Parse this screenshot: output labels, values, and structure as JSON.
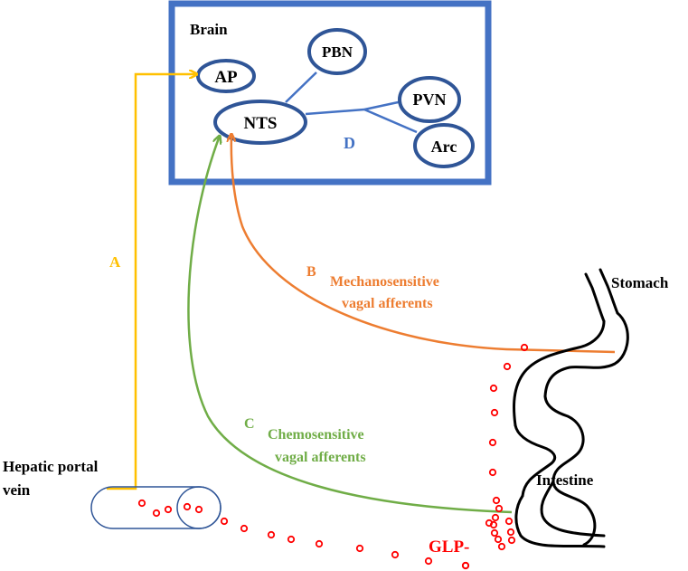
{
  "brain": {
    "label": "Brain",
    "nodes": {
      "ap": "AP",
      "pbn": "PBN",
      "nts": "NTS",
      "pvn": "PVN",
      "arc": "Arc"
    },
    "pathway_label": "D"
  },
  "pathways": {
    "a": {
      "letter": "A"
    },
    "b": {
      "letter": "B",
      "line1": "Mechanosensitive",
      "line2": "vagal afferents"
    },
    "c": {
      "letter": "C",
      "line1": "Chemosensitive",
      "line2": "vagal afferents"
    }
  },
  "organs": {
    "stomach": "Stomach",
    "intestine": "Intestine",
    "hepatic_line1": "Hepatic portal",
    "hepatic_line2": "vein"
  },
  "hormone": "GLP-",
  "colors": {
    "brain_box": "#4472c4",
    "pathway_a": "#ffc000",
    "pathway_b": "#ed7d31",
    "pathway_c": "#70ad47",
    "pathway_d": "#4472c4",
    "vein": "#2f5597",
    "dots": "#ff0000",
    "text": "#000000"
  }
}
